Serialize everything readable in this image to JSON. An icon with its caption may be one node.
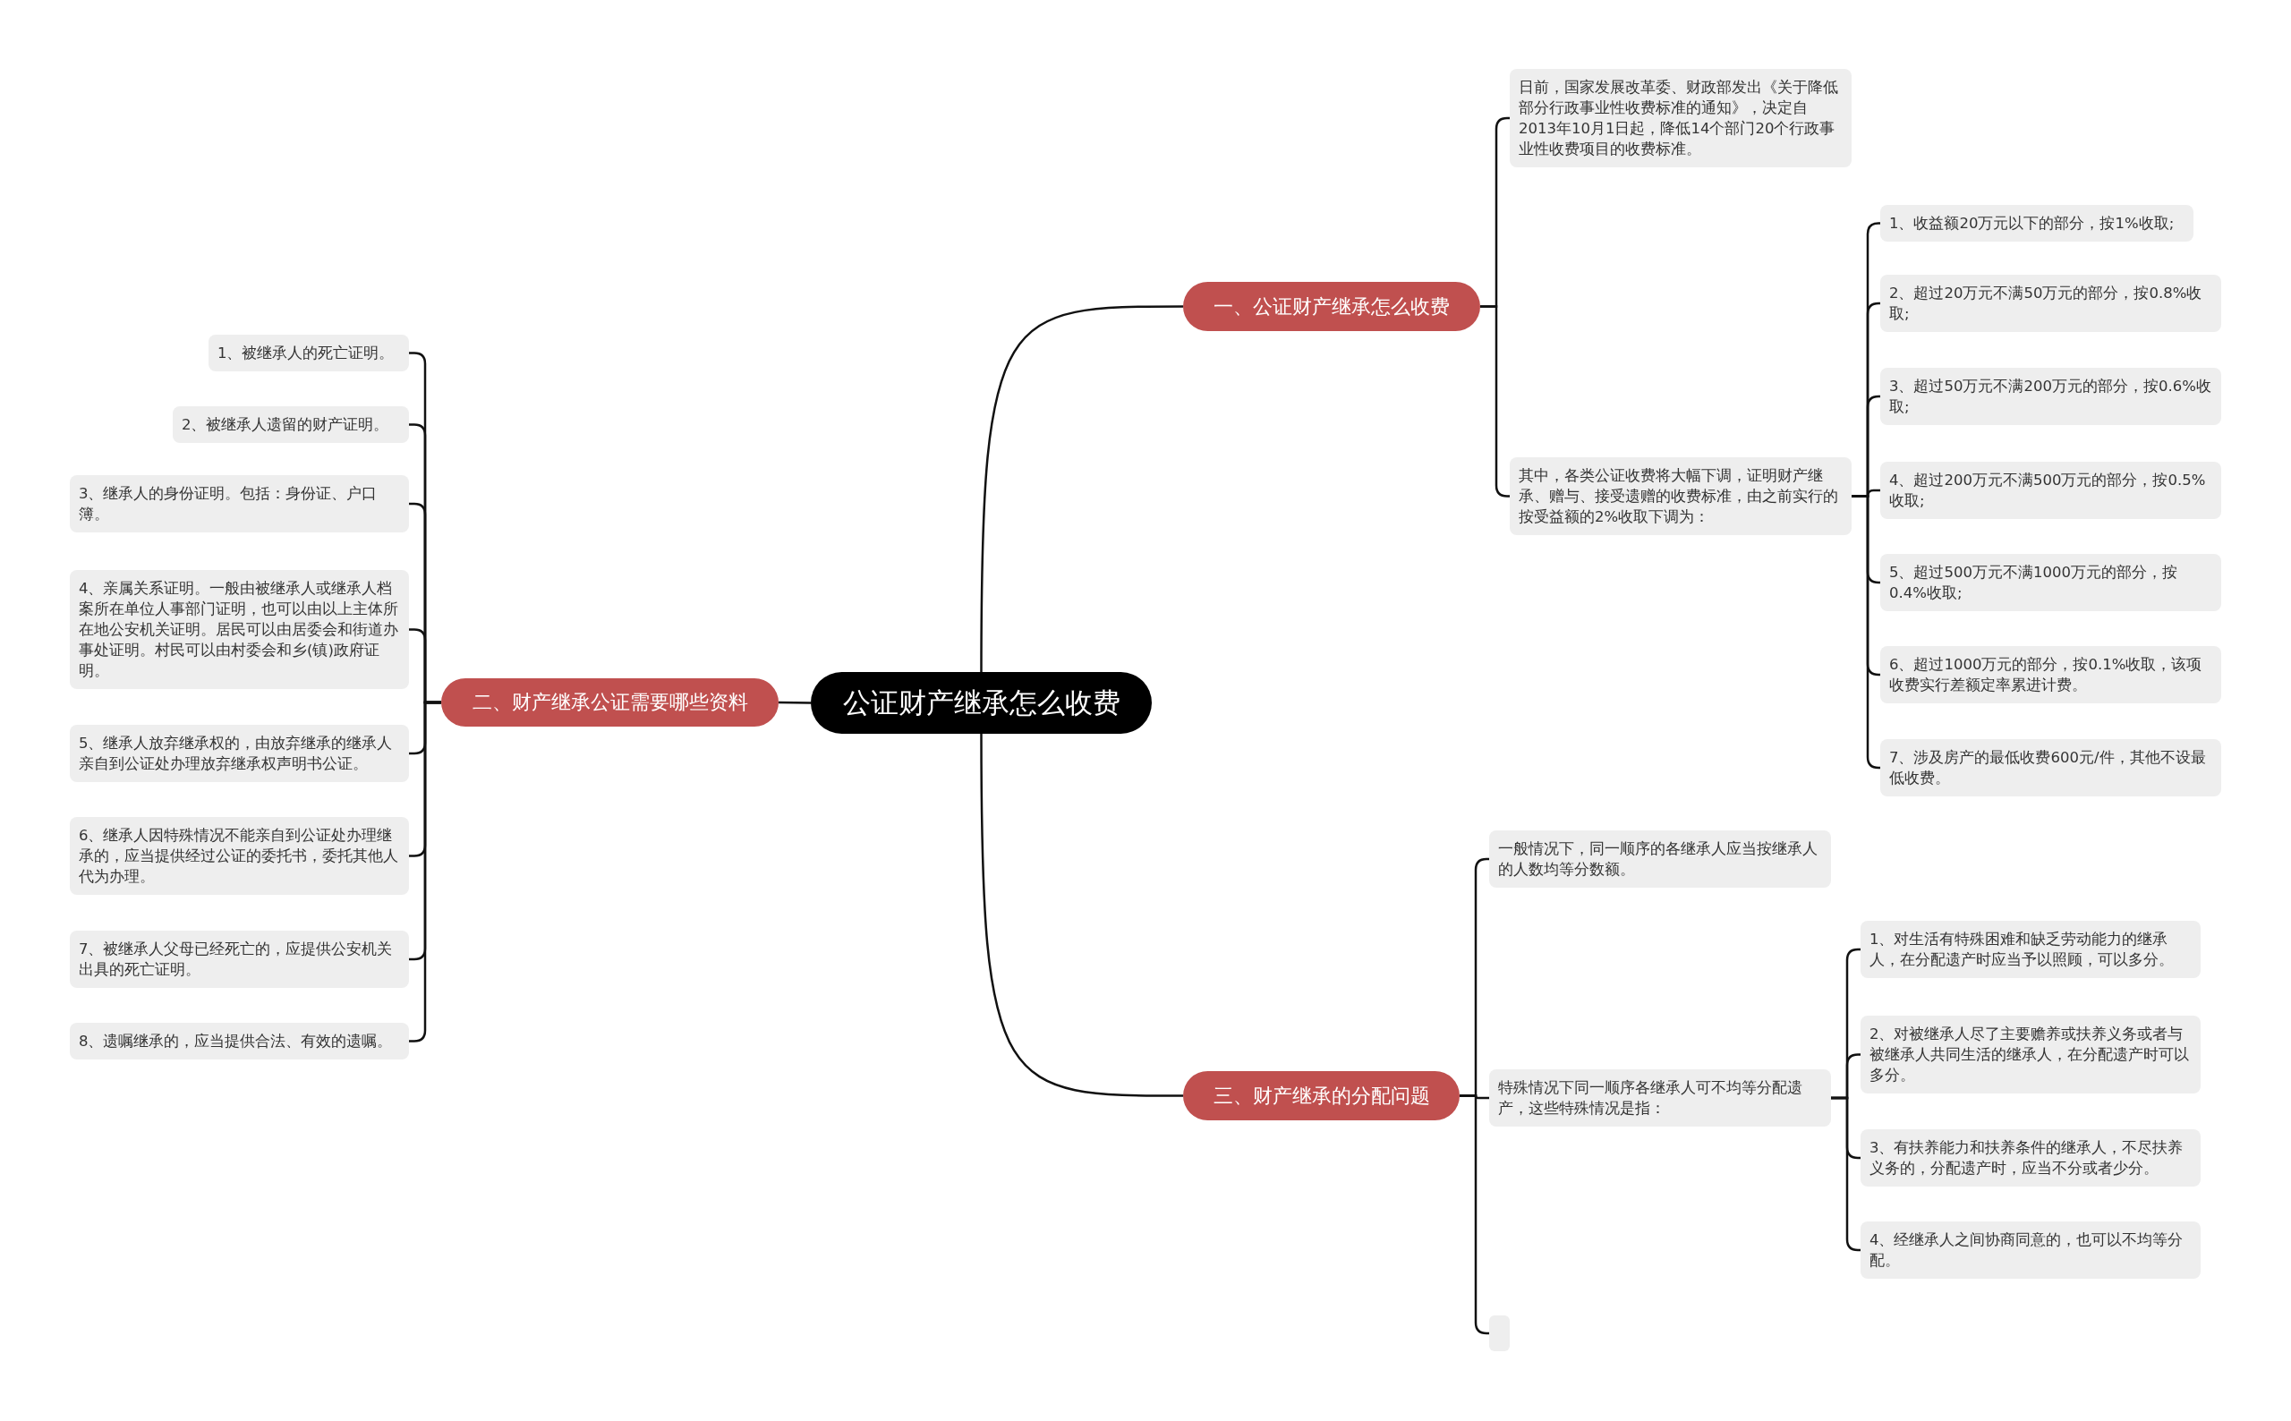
{
  "diagram": {
    "nodes": [
      {
        "text": [
          "公证财产继承怎么收费"
        ]
      },
      {
        "text": [
          "一、公证财产继承怎么收费"
        ]
      },
      {
        "text": [
          "日前，国家发展改革委、财政部发出《关于降低部分行政事业性收费标准的通知》，决定自2013年10月1日起，降低14个部门20个行政事业性收费项目的收费标准。"
        ]
      },
      {
        "text": [
          "其中，各类公证收费将大幅下调，证明财产继承、赠与、接受遗赠的收费标准，由之前实行的按受益额的2%收取下调为："
        ]
      },
      {
        "text": [
          "1、收益额20万元以下的部分，按1%收取;"
        ]
      },
      {
        "text": [
          "2、超过20万元不满50万元的部分，按0.8%收取;"
        ]
      },
      {
        "text": [
          "3、超过50万元不满200万元的部分，按0.6%收取;"
        ]
      },
      {
        "text": [
          "4、超过200万元不满500万元的部分，按0.5%收取;"
        ]
      },
      {
        "text": [
          "5、超过500万元不满1000万元的部分，按0.4%收取;"
        ]
      },
      {
        "text": [
          "6、超过1000万元的部分，按0.1%收取，该项收费实行差额定率累进计费。"
        ]
      },
      {
        "text": [
          "7、涉及房产的最低收费600元/件，其他不设最低收费。"
        ]
      },
      {
        "text": [
          "二、财产继承公证需要哪些资料"
        ]
      },
      {
        "text": [
          "1、被继承人的死亡证明。"
        ]
      },
      {
        "text": [
          "2、被继承人遗留的财产证明。"
        ]
      },
      {
        "text": [
          "3、继承人的身份证明。包括：身份证、户口簿。"
        ]
      },
      {
        "text": [
          "4、亲属关系证明。一般由被继承人或继承人档案所在单位人事部门证明，也可以由以上主体所在地公安机关证明。居民可以由居委会和街道办事处证明。村民可以由村委会和乡(镇)政府证明。"
        ]
      },
      {
        "text": [
          "5、继承人放弃继承权的，由放弃继承的继承人亲自到公证处办理放弃继承权声明书公证。"
        ]
      },
      {
        "text": [
          "6、继承人因特殊情况不能亲自到公证处办理继承的，应当提供经过公证的委托书，委托其他人代为办理。"
        ]
      },
      {
        "text": [
          "7、被继承人父母已经死亡的，应提供公安机关出具的死亡证明。"
        ]
      },
      {
        "text": [
          "8、遗嘱继承的，应当提供合法、有效的遗嘱。"
        ]
      },
      {
        "text": [
          "三、财产继承的分配问题"
        ]
      },
      {
        "text": [
          "一般情况下，同一顺序的各继承人应当按继承人的人数均等分数额。"
        ]
      },
      {
        "text": [
          "特殊情况下同一顺序各继承人可不均等分配遗产，这些特殊情况是指："
        ]
      },
      {
        "text": [
          "1、对生活有特殊困难和缺乏劳动能力的继承人，在分配遗产时应当予以照顾，可以多分。"
        ]
      },
      {
        "text": [
          "2、对被继承人尽了主要赡养或扶养义务或者与被继承人共同生活的继承人，在分配遗产时可以多分。"
        ]
      },
      {
        "text": [
          "3、有扶养能力和扶养条件的继承人，不尽扶养义务的，分配遗产时，应当不分或者少分。"
        ]
      },
      {
        "text": [
          "4、经继承人之间协商同意的，也可以不均等分配。"
        ]
      },
      {
        "text": [],
        "shape": "box"
      }
    ],
    "edges": [
      {
        "from": 0,
        "to": 1,
        "arrow": "none"
      },
      {
        "from": 0,
        "to": 11,
        "arrow": "none"
      },
      {
        "from": 0,
        "to": 20,
        "arrow": "none"
      },
      {
        "from": 1,
        "to": 2,
        "arrow": "none"
      },
      {
        "from": 1,
        "to": 3,
        "arrow": "none"
      },
      {
        "from": 3,
        "to": 4,
        "arrow": "none"
      },
      {
        "from": 3,
        "to": 5,
        "arrow": "none"
      },
      {
        "from": 3,
        "to": 6,
        "arrow": "none"
      },
      {
        "from": 3,
        "to": 7,
        "arrow": "none"
      },
      {
        "from": 3,
        "to": 8,
        "arrow": "none"
      },
      {
        "from": 3,
        "to": 9,
        "arrow": "none"
      },
      {
        "from": 3,
        "to": 10,
        "arrow": "none"
      },
      {
        "from": 11,
        "to": 12,
        "arrow": "none"
      },
      {
        "from": 11,
        "to": 13,
        "arrow": "none"
      },
      {
        "from": 11,
        "to": 14,
        "arrow": "none"
      },
      {
        "from": 11,
        "to": 15,
        "arrow": "none"
      },
      {
        "from": 11,
        "to": 16,
        "arrow": "none"
      },
      {
        "from": 11,
        "to": 17,
        "arrow": "none"
      },
      {
        "from": 11,
        "to": 18,
        "arrow": "none"
      },
      {
        "from": 11,
        "to": 19,
        "arrow": "none"
      },
      {
        "from": 20,
        "to": 21,
        "arrow": "none"
      },
      {
        "from": 20,
        "to": 22,
        "arrow": "none"
      },
      {
        "from": 20,
        "to": 27,
        "arrow": "none"
      },
      {
        "from": 22,
        "to": 23,
        "arrow": "none"
      },
      {
        "from": 22,
        "to": 24,
        "arrow": "none"
      },
      {
        "from": 22,
        "to": 25,
        "arrow": "none"
      },
      {
        "from": 22,
        "to": 26,
        "arrow": "none"
      }
    ]
  }
}
